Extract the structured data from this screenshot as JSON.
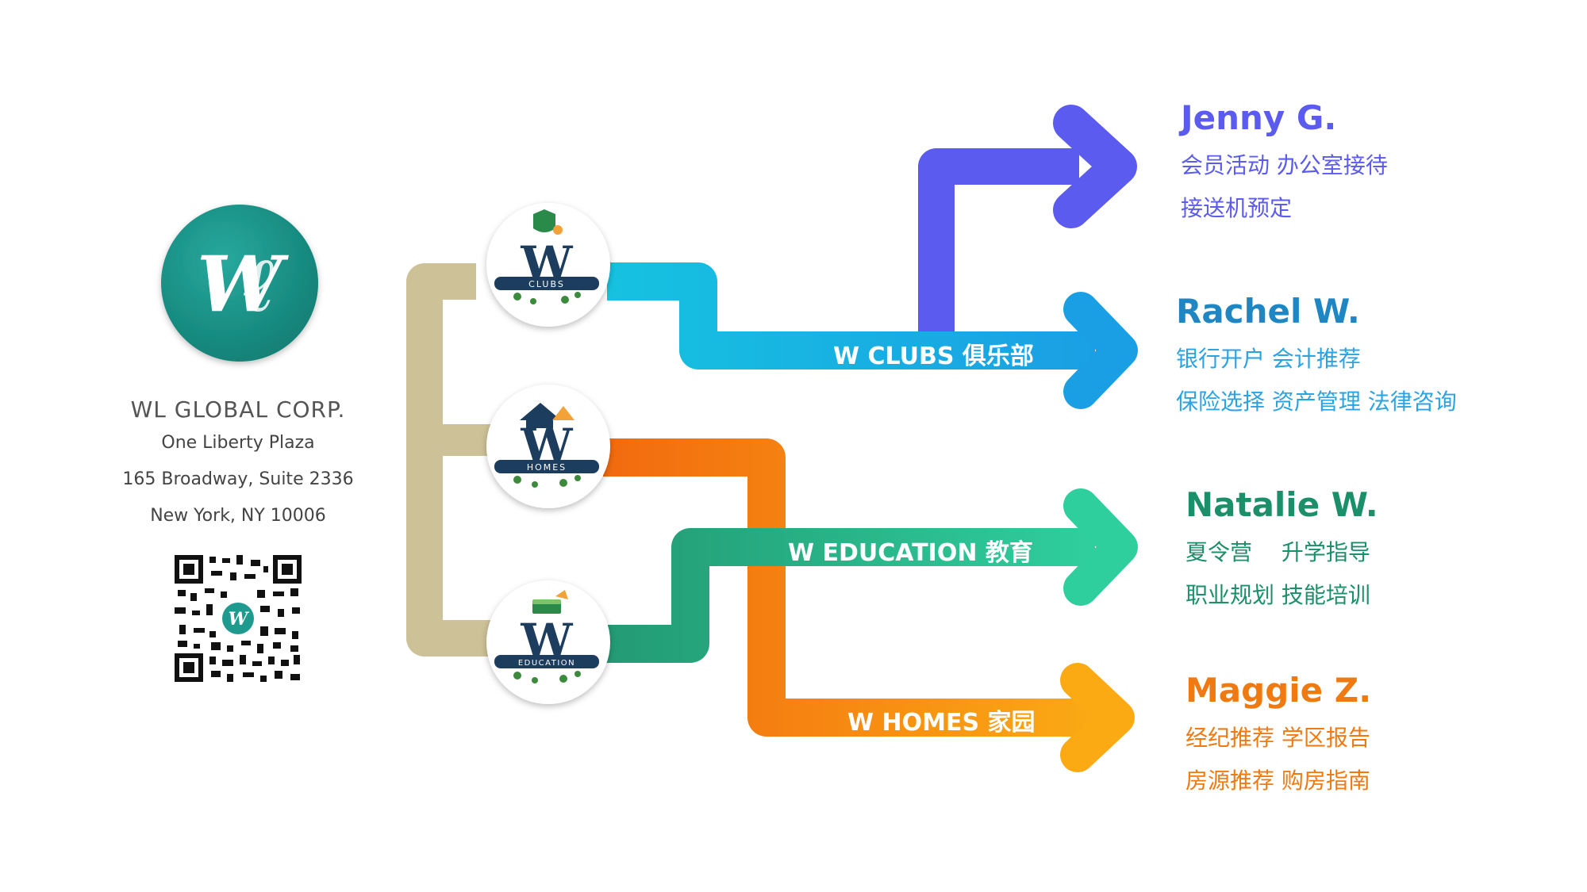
{
  "company": {
    "logo_name": "wl-logo",
    "name": "WL GLOBAL CORP.",
    "address": [
      "One Liberty Plaza",
      "165 Broadway, Suite 2336",
      "New York, NY 10006"
    ]
  },
  "badges": [
    {
      "letter": "W",
      "label": "CLUBS"
    },
    {
      "letter": "W",
      "label": "HOMES"
    },
    {
      "letter": "W",
      "label": "EDUCATION"
    }
  ],
  "bands": {
    "clubs": "W CLUBS 俱乐部",
    "education": "W EDUCATION 教育",
    "homes": "W HOMES 家园"
  },
  "people": [
    {
      "name": "Jenny G.",
      "lines": [
        "会员活动 办公室接待",
        "接送机预定"
      ],
      "color": "#5b5bf0"
    },
    {
      "name": "Rachel W.",
      "lines": [
        "银行开户 会计推荐",
        "保险选择 资产管理 法律咨询"
      ],
      "color": "#1f86c4"
    },
    {
      "name": "Natalie W.",
      "lines": [
        "夏令营　 升学指导",
        "职业规划 技能培训"
      ],
      "color": "#1b8f6a"
    },
    {
      "name": "Maggie Z.",
      "lines": [
        "经纪推荐 学区报告",
        "房源推荐 购房指南"
      ],
      "color": "#f07a12"
    }
  ],
  "colors": {
    "brand_teal": "#1f9a8f",
    "trunk": "#cdc197",
    "clubs": "#19b9e0",
    "jenny": "#5b5bf0",
    "homes": "#f27a12",
    "education": "#2bbf8f",
    "badge_navy": "#1c3d5e"
  }
}
